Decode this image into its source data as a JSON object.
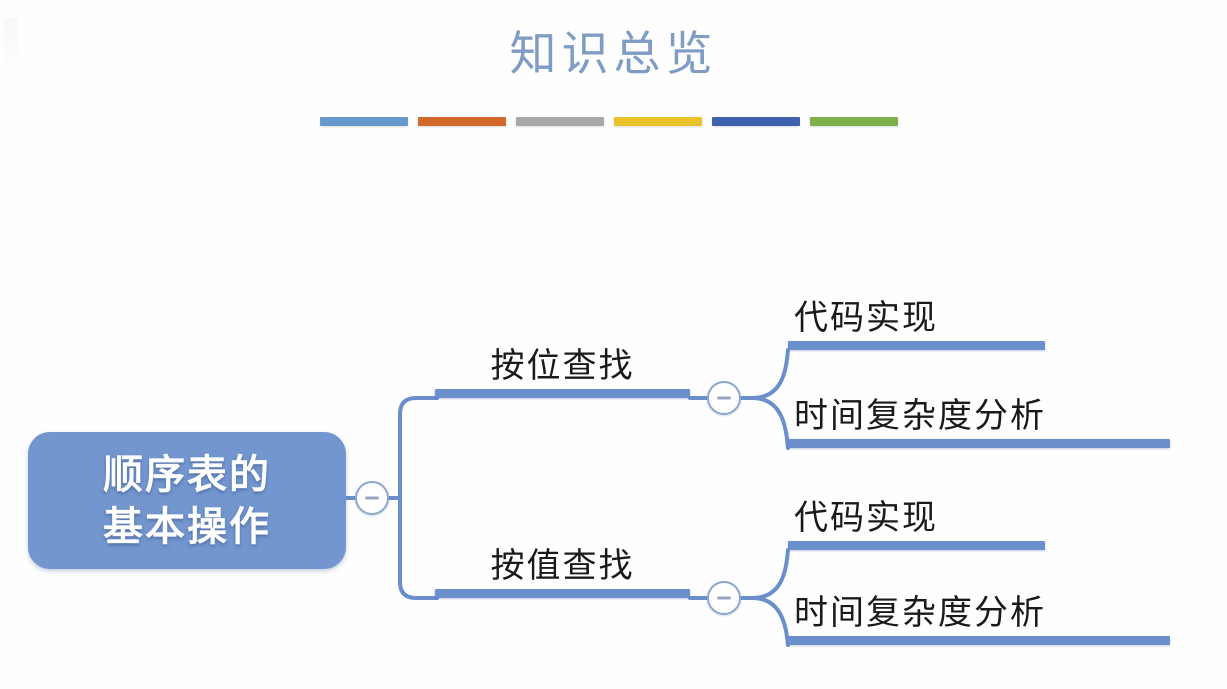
{
  "slide": {
    "title": "知识总览",
    "title_color": "#7e9cc4",
    "background": "#fefefe"
  },
  "decor_bars": [
    {
      "name": "bar-blue",
      "color": "#6699cc"
    },
    {
      "name": "bar-orange",
      "color": "#d2692a"
    },
    {
      "name": "bar-gray",
      "color": "#a8a8a8"
    },
    {
      "name": "bar-yellow",
      "color": "#e8c228"
    },
    {
      "name": "bar-darkblue",
      "color": "#3f62b0"
    },
    {
      "name": "bar-green",
      "color": "#7bb04a"
    }
  ],
  "mindmap": {
    "accent_color": "#6a8fcc",
    "root_fill": "#7396cf",
    "root": {
      "line1": "顺序表的",
      "line2": "基本操作",
      "toggle": "collapse-minus"
    },
    "branches": [
      {
        "label": "按位查找",
        "toggle": "collapse-minus",
        "children": [
          {
            "label": "代码实现"
          },
          {
            "label": "时间复杂度分析"
          }
        ]
      },
      {
        "label": "按值查找",
        "toggle": "collapse-minus",
        "children": [
          {
            "label": "代码实现"
          },
          {
            "label": "时间复杂度分析"
          }
        ]
      }
    ]
  }
}
